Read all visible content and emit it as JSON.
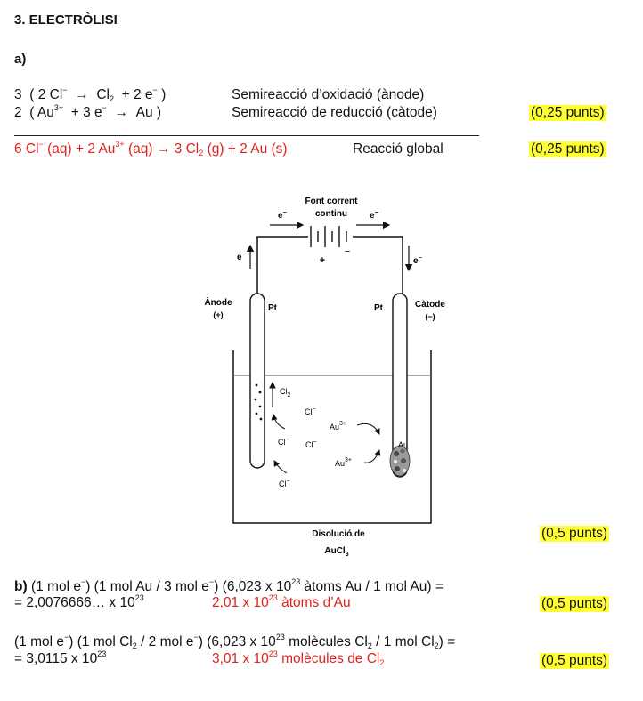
{
  "title": "3. ELECTRÒLISI",
  "part_a": "a)",
  "reactions": {
    "r1": {
      "coef": "3",
      "open": "( 2 Cl",
      "arrow": "→",
      "cl": "Cl",
      "sub2": "2",
      "plus": "+ 2 e",
      "close": ")",
      "desc": "Semireacció d’oxidació (ànode)"
    },
    "r2": {
      "coef": "2",
      "open": "( Au",
      "charge": "3+",
      "mid": "+ 3 e",
      "arrow": "→",
      "prod": "Au )",
      "desc": "Semireacció de reducció (càtode)",
      "points": "(0,25 punts)"
    },
    "global": {
      "part1": "6 Cl",
      "part2": " (aq) +  2 Au",
      "charge": "3+",
      "part3": " (aq) →   3 Cl",
      "sub": "2",
      "part4": " (g) +  2 Au (s)",
      "desc": "Reacció global",
      "points": "(0,25 punts)"
    }
  },
  "diagram": {
    "power_label_1": "Font corrent",
    "power_label_2": "continu",
    "e_minus": "e",
    "plus_sign": "+",
    "minus_sign": "−",
    "anode_label": "Ànode",
    "anode_sign": "(+)",
    "cathode_label": "Càtode",
    "cathode_sign": "(−)",
    "pt": "Pt",
    "cl2": "Cl",
    "cl2_sub": "2",
    "cl_minus": "Cl",
    "au_ion": "Au",
    "au_charge": "3+",
    "au_metal": "Au",
    "solution_1": "Disolució de",
    "solution_2": "AuCl",
    "solution_sub": "3",
    "points": "(0,5 punts)"
  },
  "part_b": {
    "label": "b)",
    "line1": "(1 mol e",
    "line1b": ") (1 mol Au / 3 mol e",
    "line1c": ") (6,023 x 10",
    "exp": "23",
    "line1d": " àtoms Au / 1 mol Au) =",
    "line2": "= 2,0076666… x 10",
    "result": "2,01 x 10",
    "result_unit": " àtoms d’Au",
    "points": "(0,5 punts)"
  },
  "part_c": {
    "line1": "(1 mol e",
    "line1b": ") (1 mol Cl",
    "line1c": " / 2 mol e",
    "line1d": ") (6,023 x 10",
    "exp": "23",
    "line1e": " molècules Cl",
    "line1f": " / 1 mol Cl",
    "line1g": ") =",
    "sub": "2",
    "line2": "= 3,0115 x 10",
    "result": "3,01 x 10",
    "result_unit": " molècules de Cl",
    "points": "(0,5 punts)"
  }
}
